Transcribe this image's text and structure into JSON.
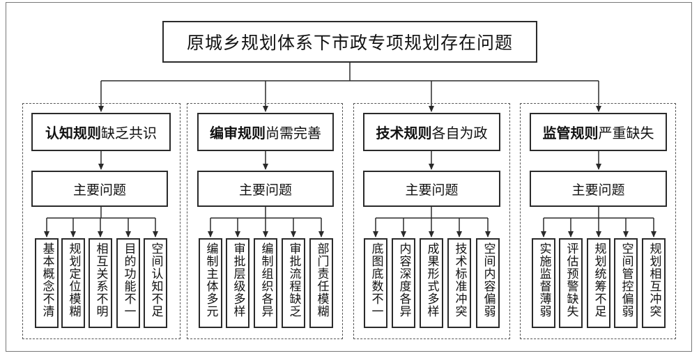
{
  "title": "原城乡规划体系下市政专项规划存在问题",
  "main_label": "主要问题",
  "groups": [
    {
      "bold": "认知规则",
      "rest": "缺乏共识",
      "items": [
        "基本概念不清",
        "规划定位模糊",
        "相互关系不明",
        "目的功能不一",
        "空间认知不足"
      ]
    },
    {
      "bold": "编审规则",
      "rest": "尚需完善",
      "items": [
        "编制主体多元",
        "审批层级多样",
        "编制组织各异",
        "审批流程缺乏",
        "部门责任模糊"
      ]
    },
    {
      "bold": "技术规则",
      "rest": "各自为政",
      "items": [
        "底图底数不一",
        "内容深度各异",
        "成果形式多样",
        "技术标准冲突",
        "空间内容偏弱"
      ]
    },
    {
      "bold": "监管规则",
      "rest": "严重缺失",
      "items": [
        "实施监督薄弱",
        "评估预警缺失",
        "规划统筹不足",
        "空间管控偏弱",
        "规划相互冲突"
      ]
    }
  ]
}
